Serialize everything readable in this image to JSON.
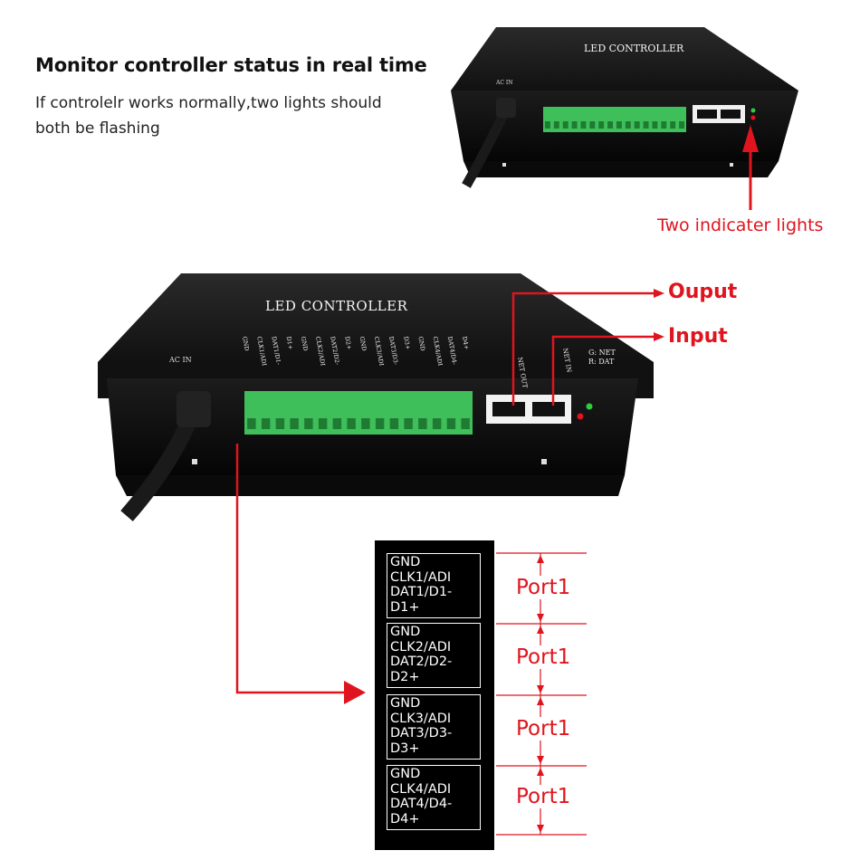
{
  "headline": "Monitor controller status in real time",
  "subline": [
    "If controlelr works normally,two lights should",
    "both be flashing"
  ],
  "indicator_label": "Two indicater lights",
  "output_label": "Ouput",
  "input_label": "Input",
  "device": {
    "brand": "LED CONTROLLER",
    "ac_in": "AC IN",
    "net_out": "NET OUT",
    "net_in": "NET IN",
    "status_legend": [
      "G: NET",
      "R: DAT"
    ],
    "terminal_labels": [
      "GND",
      "CLK1/ADI",
      "DAT1/D1-",
      "D1+",
      "GND",
      "CLK2/ADI",
      "DAT2/D2-",
      "D2+",
      "GND",
      "CLK3/ADI",
      "DAT3/D3-",
      "D3+",
      "GND",
      "CLK4/ADI",
      "DAT4/D4-",
      "D4+"
    ]
  },
  "ports": [
    {
      "lines": [
        "GND",
        "CLK1/ADI",
        "DAT1/D1-",
        "D1+"
      ],
      "label": "Port1"
    },
    {
      "lines": [
        "GND",
        "CLK2/ADI",
        "DAT2/D2-",
        "D2+"
      ],
      "label": "Port1"
    },
    {
      "lines": [
        "GND",
        "CLK3/ADI",
        "DAT3/D3-",
        "D3+"
      ],
      "label": "Port1"
    },
    {
      "lines": [
        "GND",
        "CLK4/ADI",
        "DAT4/D4-",
        "D4+"
      ],
      "label": "Port1"
    }
  ],
  "colors": {
    "accent_red": "#e0141e",
    "terminal_green": "#3fbf5a",
    "device_black": "#0d0d0d",
    "led_green": "#2ecc40",
    "led_red": "#e0141e"
  }
}
